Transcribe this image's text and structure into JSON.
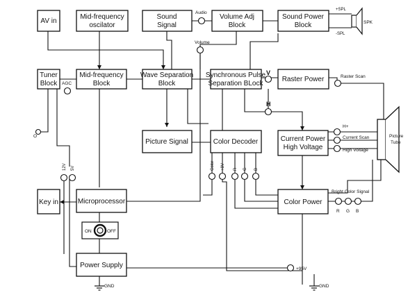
{
  "blocks": {
    "avin": "AV in",
    "mid_osc_1": "Mid-frequency",
    "mid_osc_2": "oscilator",
    "sound_signal_1": "Sound",
    "sound_signal_2": "Signal",
    "volume_adj_1": "Volume Adj",
    "volume_adj_2": "Block",
    "sound_power_1": "Sound Power",
    "sound_power_2": "Block",
    "tuner_1": "Tuner",
    "tuner_2": "Block",
    "mid_block_1": "Mid-frequency",
    "mid_block_2": "Block",
    "wave_sep_1": "Wave Separation",
    "wave_sep_2": "Block",
    "sync_pulse_1": "Synchronous Pulse",
    "sync_pulse_2": "Separation BLock",
    "raster_power": "Raster Power",
    "picture_signal": "Picture Signal",
    "color_decoder": "Color Decoder",
    "current_power_1": "Current Power",
    "current_power_2": "High Voltage",
    "key_in": "Key in",
    "microprocessor": "Microprocessor",
    "color_power": "Color Power",
    "power_supply": "Power Supply",
    "picture_tube_1": "Picture",
    "picture_tube_2": "Tube"
  },
  "labels": {
    "audio": "Audio",
    "volume": "Volume",
    "agc": "AGC",
    "raster_scan": "Raster Scan",
    "v": "V",
    "h": "H",
    "h_plus": "H+",
    "current_scan": "Current Scan",
    "high_voltage": "High Voltage",
    "bright_color_signal": "Bright Color Signal",
    "r": "R",
    "g": "G",
    "b": "B",
    "r_out": "R",
    "g_out": "G",
    "b_out": "B",
    "color": "Color",
    "plus8v": "+8V",
    "v12": "12V",
    "v5": "5V",
    "o": "O",
    "on": "ON",
    "off": "OFF",
    "plus95v": "+95V",
    "gnd_left": "GND",
    "gnd_right": "GND",
    "spk_plus": "+SPL",
    "spk_minus": "-SPL",
    "spk": "SPK"
  }
}
